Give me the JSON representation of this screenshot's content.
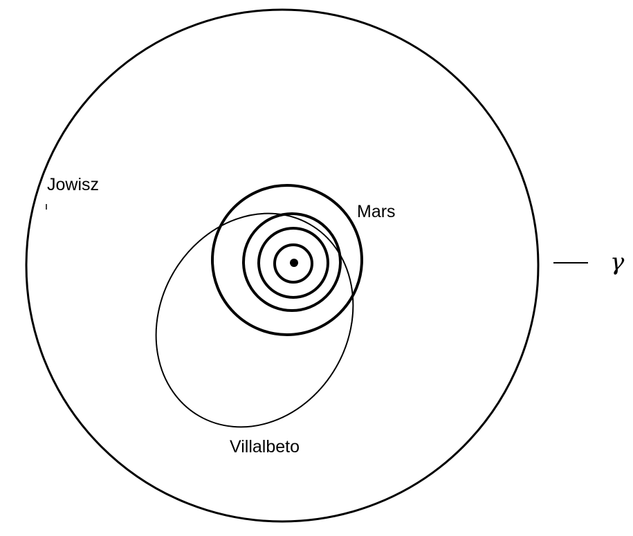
{
  "labels": {
    "jupiter": "Jowisz",
    "mars": "Mars",
    "meteoroid": "Villalbeto",
    "vernal_point": "γ"
  },
  "colors": {
    "ink": "#000000",
    "background": "#ffffff"
  }
}
